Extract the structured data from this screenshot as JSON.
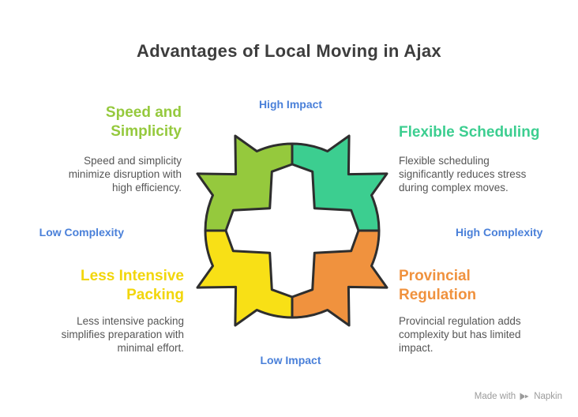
{
  "title": "Advantages of Local Moving in Ajax",
  "axis_labels": {
    "top": "High Impact",
    "bottom": "Low Impact",
    "left": "Low Complexity",
    "right": "High Complexity",
    "color": "#4A80D9"
  },
  "sections": {
    "top_left": {
      "heading": "Speed and\nSimplicity",
      "description": "Speed and simplicity\nminimize disruption with\nhigh efficiency.",
      "color": "#95C93D"
    },
    "top_right": {
      "heading": "Flexible Scheduling",
      "description": "Flexible scheduling\nsignificantly reduces stress\nduring complex moves.",
      "color": "#3CCE90"
    },
    "bottom_left": {
      "heading": "Less Intensive\nPacking",
      "description": "Less intensive packing\nsimplifies preparation with\nminimal effort.",
      "color": "#F2D60B"
    },
    "bottom_right": {
      "heading": "Provincial\nRegulation",
      "description": "Provincial regulation adds\ncomplexity but has limited\nimpact.",
      "color": "#F0923E"
    }
  },
  "diagram": {
    "outline_color": "#2E2E2E",
    "segments": [
      {
        "name": "top-left",
        "color": "#95C93D",
        "start": 180,
        "end": 270
      },
      {
        "name": "top-right",
        "color": "#3CCE90",
        "start": 270,
        "end": 360
      },
      {
        "name": "bottom-right",
        "color": "#F0923E",
        "start": 0,
        "end": 90
      },
      {
        "name": "bottom-left",
        "color": "#F8E016",
        "start": 90,
        "end": 180
      }
    ]
  },
  "watermark": {
    "prefix": "Made with",
    "brand": "Napkin"
  },
  "colors": {
    "background": "#FFFFFF",
    "title": "#3D3D3D",
    "description": "#565656",
    "watermark": "#9B9B9B"
  }
}
